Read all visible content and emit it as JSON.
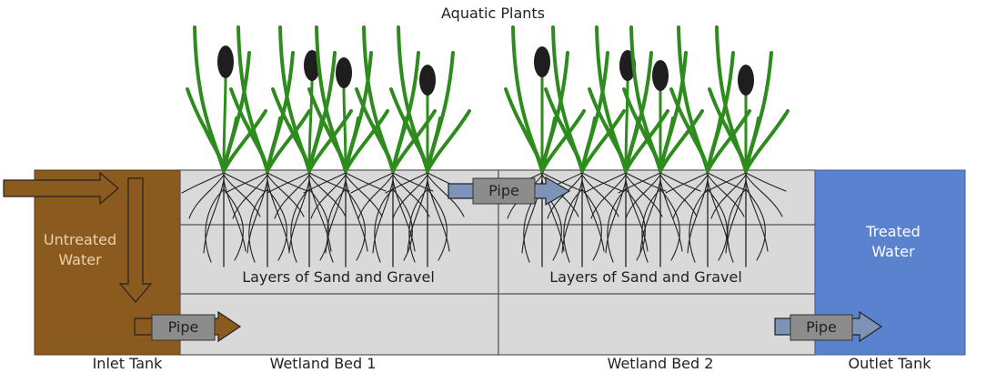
{
  "title": "Aquatic Plants",
  "tanks": {
    "inlet": {
      "label": "Inlet Tank",
      "text_line1": "Untreated",
      "text_line2": "Water"
    },
    "outlet": {
      "label": "Outlet Tank",
      "text_line1": "Treated",
      "text_line2": "Water"
    }
  },
  "beds": [
    {
      "label": "Wetland Bed 1",
      "layers_label": "Layers of Sand and Gravel"
    },
    {
      "label": "Wetland Bed 2",
      "layers_label": "Layers of Sand and Gravel"
    }
  ],
  "pipes": {
    "inlet_pipe": "Pipe",
    "bed_pipe": "Pipe",
    "outlet_pipe": "Pipe"
  },
  "colors": {
    "inlet_tank": "#8B5A1E",
    "outlet_tank": "#5B82CF",
    "bed": "#D9D9D9",
    "plant_green": "#2E8B1E",
    "cattail": "#1E1E1E",
    "pipe_body": "#8C8C8C",
    "pipe_blue": "#7D93B8"
  }
}
